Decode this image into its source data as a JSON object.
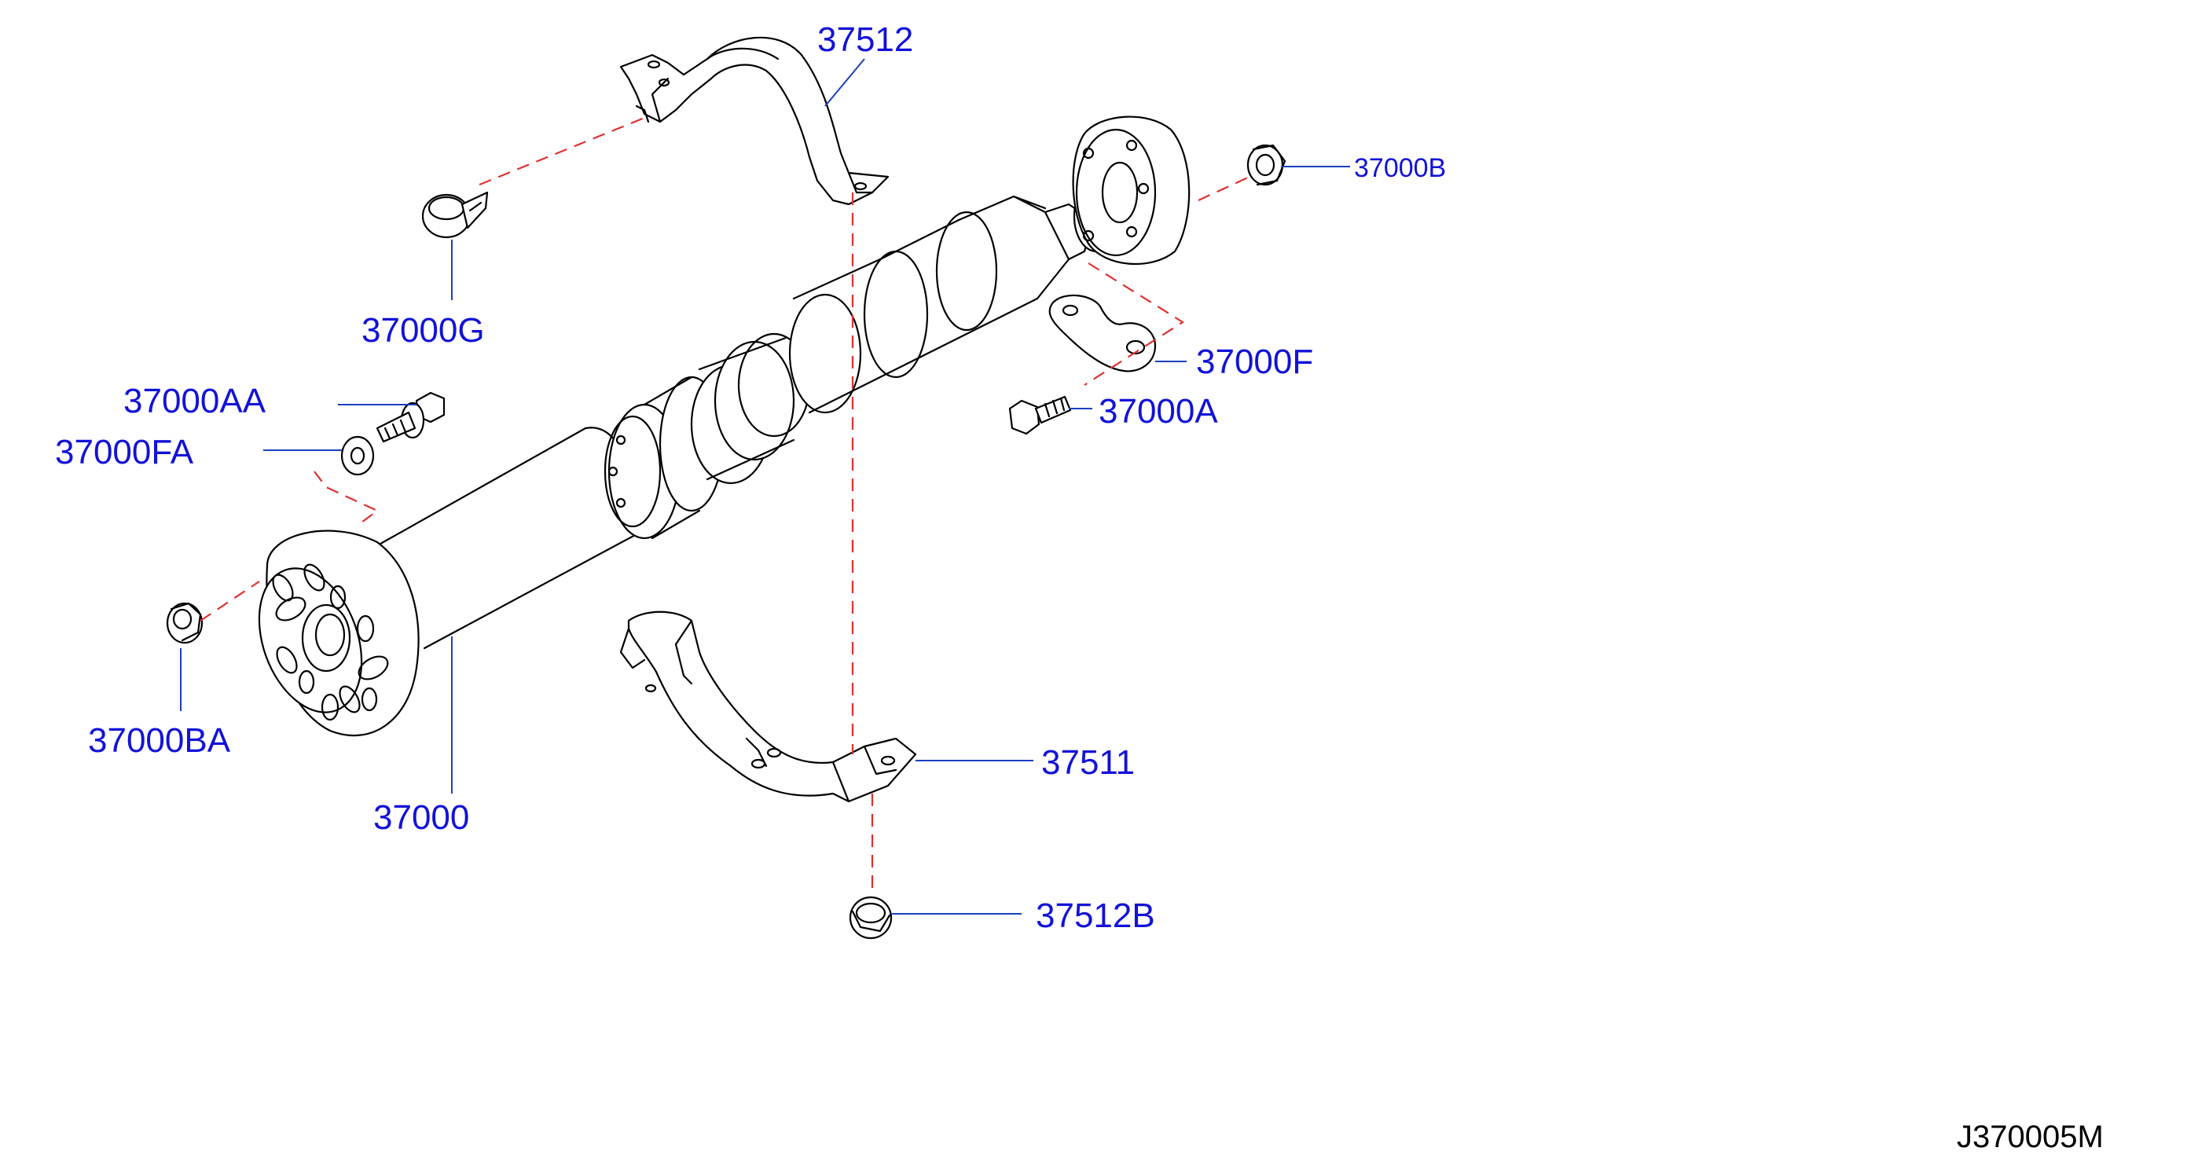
{
  "diagram_code": "J370005M",
  "colors": {
    "label": "#1212d8",
    "leader": "#1a3fc0",
    "centerline": "#e03030",
    "drawing": "#000000"
  },
  "labels": {
    "p37512": "37512",
    "p37000B": "37000B",
    "p37000G": "37000G",
    "p37000F": "37000F",
    "p37000AA": "37000AA",
    "p37000A": "37000A",
    "p37000FA": "37000FA",
    "p37000BA": "37000BA",
    "p37000": "37000",
    "p37511": "37511",
    "p37512B": "37512B"
  }
}
